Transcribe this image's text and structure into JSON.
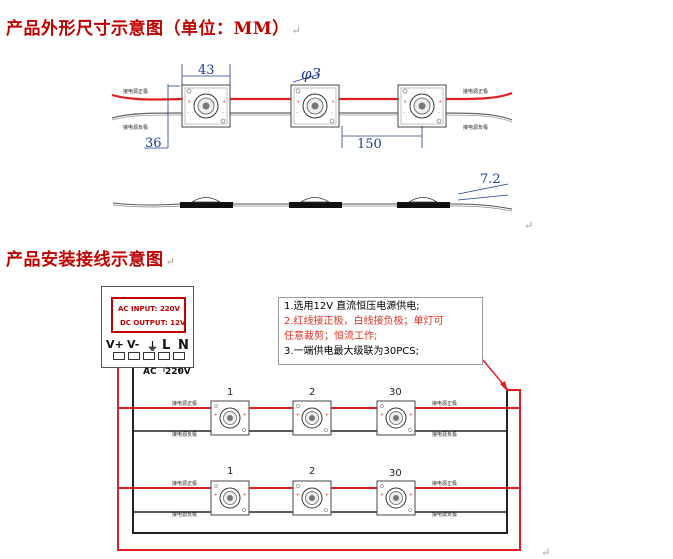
{
  "headings": {
    "dimension": "产品外形尺寸示意图（单位：MM）",
    "wiring": "产品安装接线示意图",
    "return_mark": "↵"
  },
  "dimensions": {
    "width": "43",
    "hole": "φ3",
    "height": "36",
    "pitch": "150",
    "thickness": "7.2"
  },
  "wire_labels": {
    "positive": "接电源正极",
    "negative": "接电源负极"
  },
  "power_supply": {
    "ac_input": "AC INPUT:  220V",
    "dc_output": "DC OUTPUT: 12V",
    "terminals": [
      "V+",
      "V-",
      "⏚",
      "L",
      "N"
    ],
    "ac_label": "AC",
    "v220_label": "220V"
  },
  "module_numbers": [
    "1",
    "2",
    "30"
  ],
  "notes": {
    "line1": "1.选用12V 直流恒压电源供电;",
    "line2": "2.红线接正极，白线接负极；单灯可",
    "line3": "任意裁剪；恒流工作;",
    "line4": "3.一端供电最大级联为30PCS;"
  },
  "colors": {
    "wire_red": "#e02020",
    "wire_black": "#222222",
    "dimension_blue": "#1f3a93",
    "heading_red": "#c00000",
    "note_red": "#e03020"
  }
}
